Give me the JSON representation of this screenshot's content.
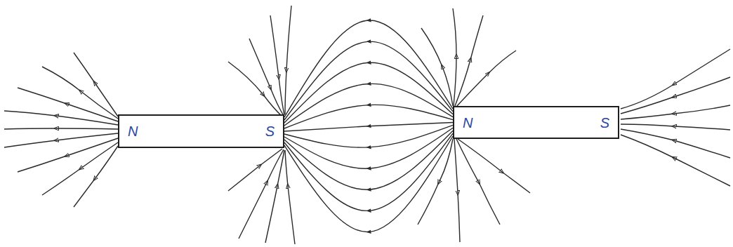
{
  "diagram": {
    "nodes": [
      {
        "text": [
          "N",
          "S"
        ]
      },
      {
        "text": [
          "N",
          "S"
        ]
      }
    ],
    "edges": [
      {
        "from": 1,
        "to": 0,
        "arrow": "to"
      },
      {
        "from": 1,
        "to": 0,
        "arrow": "to"
      },
      {
        "from": 1,
        "to": 0,
        "arrow": "to"
      },
      {
        "from": 1,
        "to": 0,
        "arrow": "to"
      },
      {
        "from": 1,
        "to": 0,
        "arrow": "to"
      },
      {
        "from": 1,
        "to": 0,
        "arrow": "to"
      },
      {
        "from": 1,
        "to": 0,
        "arrow": "to"
      },
      {
        "from": 1,
        "to": 0,
        "arrow": "to"
      },
      {
        "from": 1,
        "to": 0,
        "arrow": "to"
      },
      {
        "from": 1,
        "to": 0,
        "arrow": "to"
      },
      {
        "from": 1,
        "to": 0,
        "arrow": "to"
      }
    ]
  }
}
